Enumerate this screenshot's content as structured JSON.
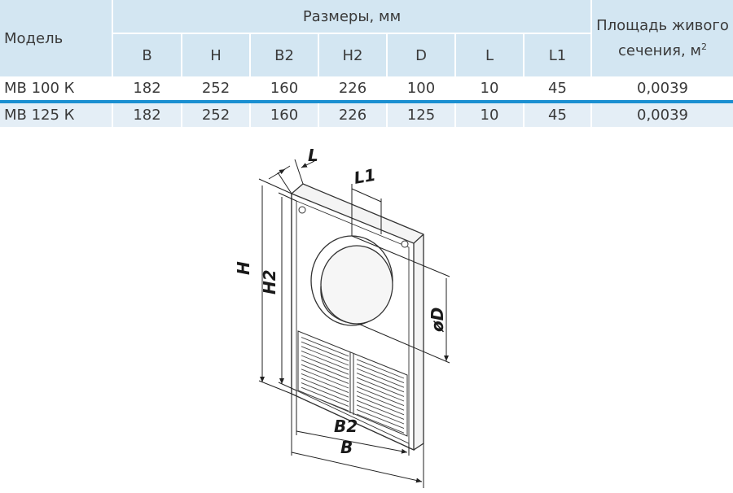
{
  "table": {
    "header": {
      "model": "Модель",
      "dimensions_group": "Размеры, мм",
      "area_line1": "Площадь живого",
      "area_line2": "сечения, м",
      "area_sup": "2",
      "columns": [
        "B",
        "H",
        "B2",
        "H2",
        "D",
        "L",
        "L1"
      ]
    },
    "rows": [
      {
        "model": "МВ 100 К",
        "values": [
          "182",
          "252",
          "160",
          "226",
          "100",
          "10",
          "45"
        ],
        "area": "0,0039"
      },
      {
        "model": "МВ 125 К",
        "values": [
          "182",
          "252",
          "160",
          "226",
          "125",
          "10",
          "45"
        ],
        "area": "0,0039"
      }
    ]
  },
  "drawing": {
    "labels": {
      "L": "L",
      "L1": "L1",
      "H": "H",
      "H2": "H2",
      "D": "øD",
      "B2": "B2",
      "B": "B"
    }
  },
  "colors": {
    "header_bg": "#d3e6f2",
    "row_alt_bg": "#e4eef6",
    "accent": "#1a8fd1"
  }
}
